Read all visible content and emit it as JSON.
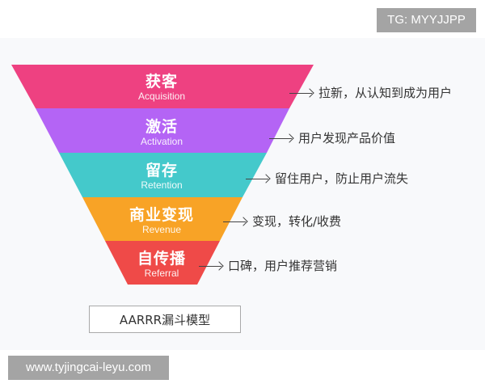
{
  "watermark_top": "TG: MYYJJPP",
  "watermark_bottom": "www.tyjingcai-leyu.com",
  "diagram": {
    "title": "AARRR漏斗模型",
    "type": "funnel",
    "stages": [
      {
        "cn": "获客",
        "en": "Acquisition",
        "desc": "拉新，从认知到成为用户",
        "color": "#ee4181"
      },
      {
        "cn": "激活",
        "en": "Activation",
        "desc": "用户发现产品价值",
        "color": "#b464f5"
      },
      {
        "cn": "留存",
        "en": "Retention",
        "desc": "留住用户，防止用户流失",
        "color": "#44c9cb"
      },
      {
        "cn": "商业变现",
        "en": "Revenue",
        "desc": "变现，转化/收费",
        "color": "#f8a326"
      },
      {
        "cn": "自传播",
        "en": "Referral",
        "desc": "口碑，用户推荐营销",
        "color": "#ef4a48"
      }
    ]
  }
}
